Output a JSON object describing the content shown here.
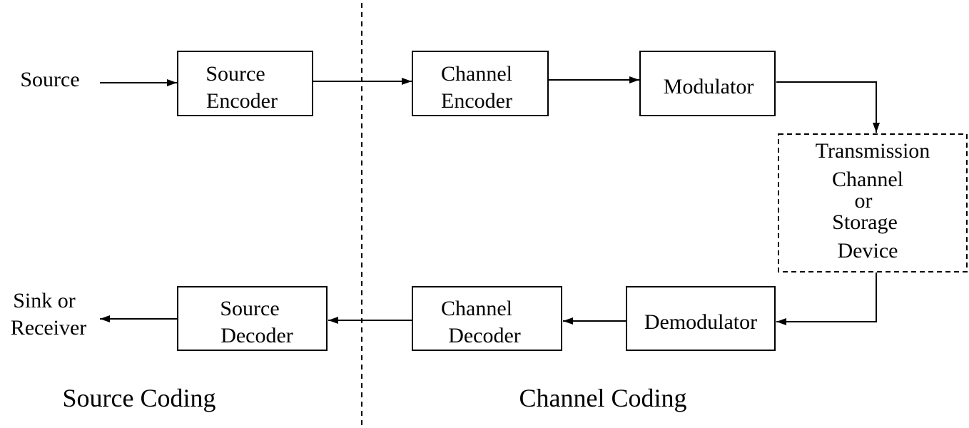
{
  "blocks": {
    "source_encoder": [
      "Source",
      "Encoder"
    ],
    "channel_encoder": [
      "Channel",
      "Encoder"
    ],
    "modulator": [
      "Modulator"
    ],
    "transmission_channel": [
      "Transmission",
      "Channel",
      "or",
      "Storage",
      "Device"
    ],
    "demodulator": [
      "Demodulator"
    ],
    "channel_decoder": [
      "Channel",
      "Decoder"
    ],
    "source_decoder": [
      "Source",
      "Decoder"
    ]
  },
  "endpoints": {
    "source": "Source",
    "sink": [
      "Sink or",
      "Receiver"
    ]
  },
  "sections": {
    "source_coding": "Source Coding",
    "channel_coding": "Channel Coding"
  }
}
